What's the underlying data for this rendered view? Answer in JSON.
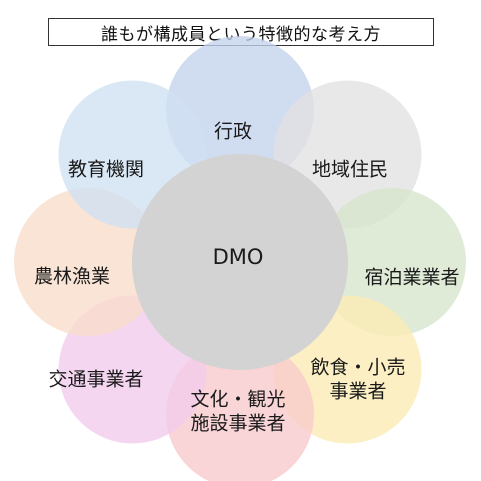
{
  "title": "誰もが構成員という特徴的な考え方",
  "center": {
    "label": "DMO",
    "color": "#d3d3d3"
  },
  "petals": [
    {
      "id": "gyosei",
      "lines": [
        "行政"
      ],
      "color": "#c3d2ec"
    },
    {
      "id": "chiiki-jumin",
      "lines": [
        "地域住民"
      ],
      "color": "#e2e2e2"
    },
    {
      "id": "shukuhaku",
      "lines": [
        "宿泊業業者"
      ],
      "color": "#d6e6cc"
    },
    {
      "id": "inshoku",
      "lines": [
        "飲食・小売",
        "事業者"
      ],
      "color": "#fbeab4"
    },
    {
      "id": "bunka-kanko",
      "lines": [
        "文化・観光",
        "施設事業者"
      ],
      "color": "#f7c9cc"
    },
    {
      "id": "kotsu",
      "lines": [
        "交通事業者"
      ],
      "color": "#f2caec"
    },
    {
      "id": "norin-gyogyo",
      "lines": [
        "農林漁業"
      ],
      "color": "#f8dcca"
    },
    {
      "id": "kyoiku",
      "lines": [
        "教育機関"
      ],
      "color": "#cfe1f2"
    }
  ]
}
